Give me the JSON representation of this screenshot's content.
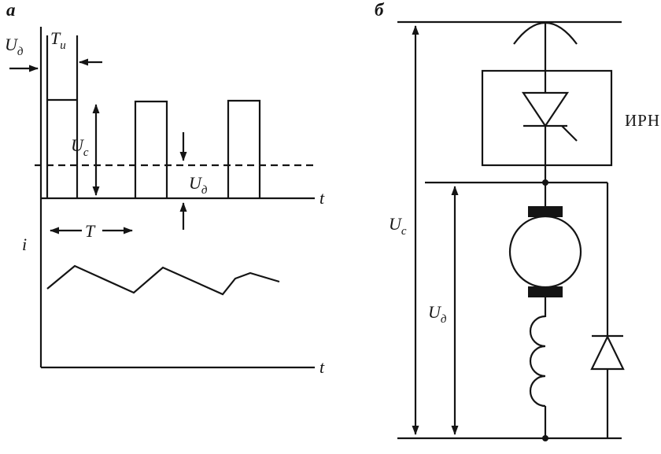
{
  "colors": {
    "ink": "#141414",
    "background": "#ffffff"
  },
  "panel_a": {
    "label": "а",
    "u_d_pointer": {
      "base": "U",
      "sub": "д"
    },
    "pulse_width": {
      "base": "T",
      "sub": "и"
    },
    "u_c": {
      "base": "U",
      "sub": "с"
    },
    "u_d_avg": {
      "base": "U",
      "sub": "д"
    },
    "period": "T",
    "time_axis_upper": "t",
    "time_axis_lower": "t",
    "current_axis": "i"
  },
  "panel_b": {
    "label": "б",
    "u_c": {
      "base": "U",
      "sub": "с"
    },
    "u_d": {
      "base": "U",
      "sub": "д"
    },
    "regulator_label": "ИРН"
  }
}
